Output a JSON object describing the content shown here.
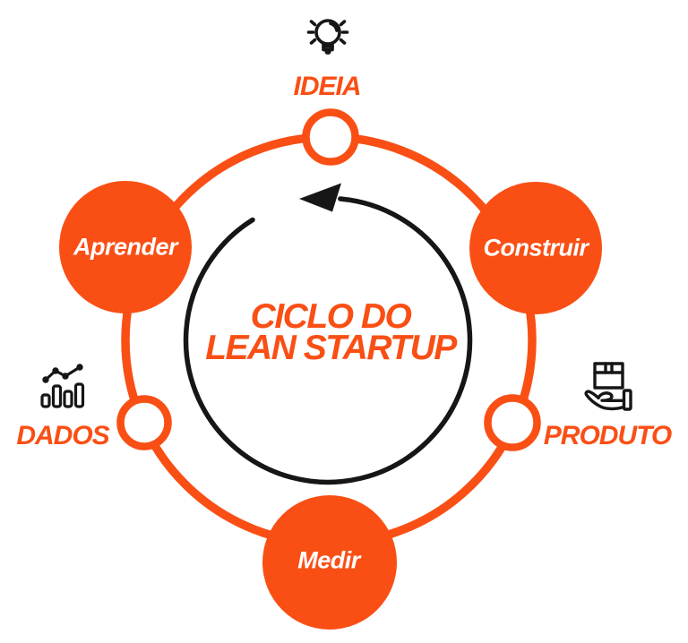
{
  "diagram": {
    "background": "#FFFFFF",
    "colors": {
      "accent": "#F94F15",
      "ink": "#161616",
      "node_text": "#FFFFFF"
    },
    "center_title": {
      "line1": "CICLO DO",
      "line2": "LEAN STARTUP"
    },
    "cycle_nodes": [
      {
        "id": "aprender",
        "label": "Aprender"
      },
      {
        "id": "construir",
        "label": "Construir"
      },
      {
        "id": "medir",
        "label": "Medir"
      }
    ],
    "stages": [
      {
        "id": "ideia",
        "label": "IDEIA",
        "icon": "lightbulb-icon"
      },
      {
        "id": "dados",
        "label": "DADOS",
        "icon": "bar-chart-icon"
      },
      {
        "id": "produto",
        "label": "PRODUTO",
        "icon": "product-in-hand-icon"
      }
    ],
    "arrow_direction": "counterclockwise"
  }
}
